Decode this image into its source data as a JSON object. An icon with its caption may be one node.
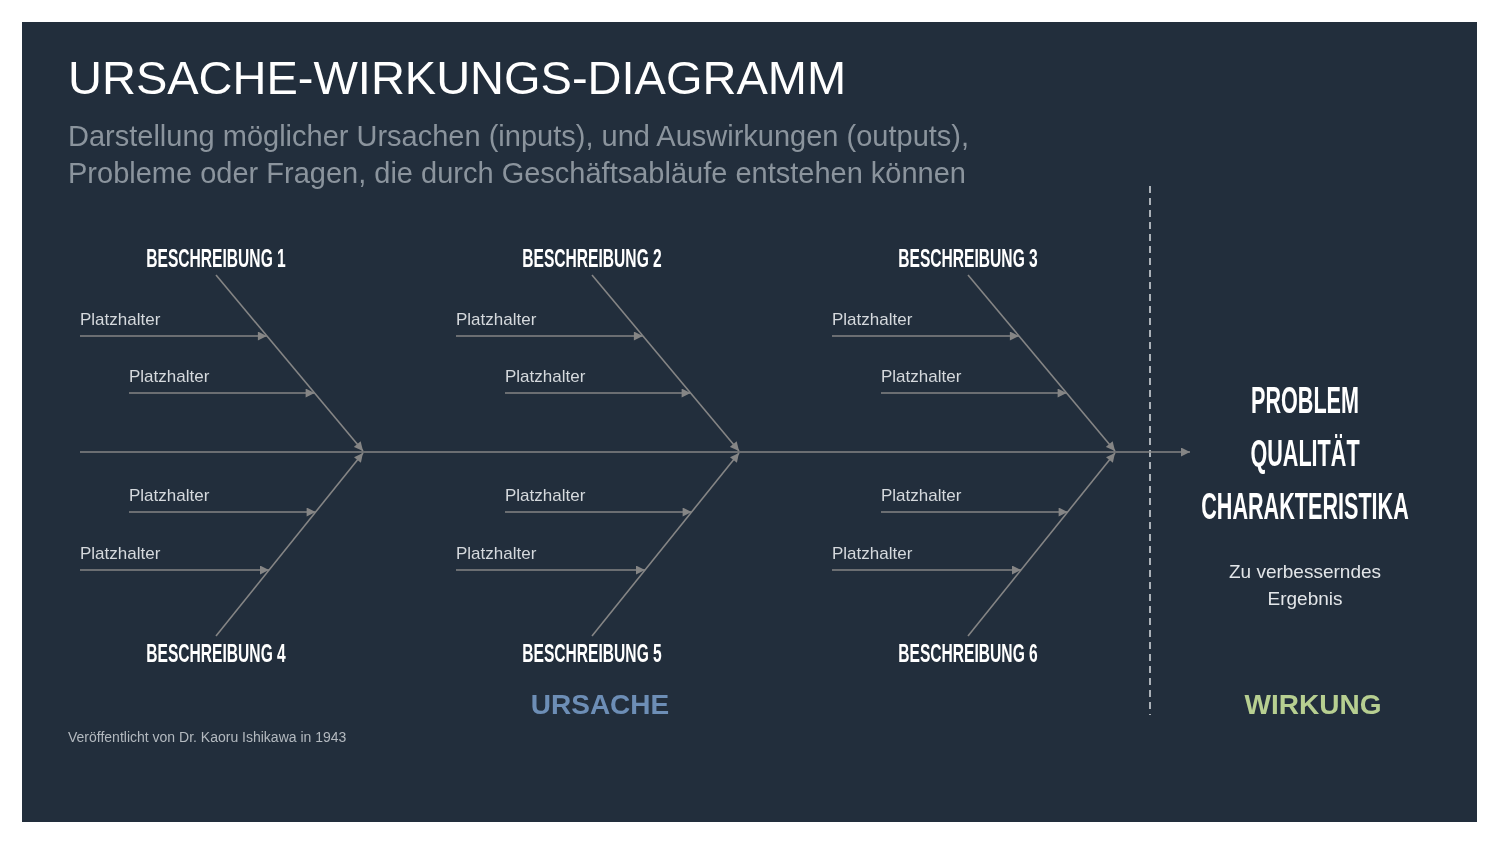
{
  "diagram": {
    "title": "URSACHE-WIRKUNGS-DIAGRAMM",
    "nodes": [
      {
        "text": [
          "BESCHREIBUNG 1"
        ]
      },
      {
        "text": [
          "Platzhalter"
        ]
      },
      {
        "text": [
          "Platzhalter"
        ]
      },
      {
        "text": [
          "Platzhalter"
        ]
      },
      {
        "text": [
          "Platzhalter"
        ]
      },
      {
        "text": [
          "BESCHREIBUNG 4"
        ]
      },
      {
        "text": [
          "BESCHREIBUNG 2"
        ]
      },
      {
        "text": [
          "Platzhalter"
        ]
      },
      {
        "text": [
          "Platzhalter"
        ]
      },
      {
        "text": [
          "Platzhalter"
        ]
      },
      {
        "text": [
          "Platzhalter"
        ]
      },
      {
        "text": [
          "BESCHREIBUNG 5"
        ]
      },
      {
        "text": [
          "BESCHREIBUNG 3"
        ]
      },
      {
        "text": [
          "Platzhalter"
        ]
      },
      {
        "text": [
          "Platzhalter"
        ]
      },
      {
        "text": [
          "Platzhalter"
        ]
      },
      {
        "text": [
          "Platzhalter"
        ]
      },
      {
        "text": [
          "BESCHREIBUNG 6"
        ]
      },
      {
        "text": [
          "PROBLEM QUALITÄT CHARAKTERISTIKA",
          "Zu verbesserndes Ergebnis"
        ]
      }
    ],
    "edges": [
      {
        "from": 0,
        "to": null,
        "arrow": "to"
      },
      {
        "from": 1,
        "to": null,
        "arrow": "to"
      },
      {
        "from": 2,
        "to": null,
        "arrow": "to"
      },
      {
        "from": 3,
        "to": null,
        "arrow": "to"
      },
      {
        "from": 4,
        "to": null,
        "arrow": "to"
      },
      {
        "from": 5,
        "to": null,
        "arrow": "to"
      },
      {
        "from": 6,
        "to": null,
        "arrow": "to"
      },
      {
        "from": 7,
        "to": null,
        "arrow": "to"
      },
      {
        "from": 8,
        "to": null,
        "arrow": "to"
      },
      {
        "from": 9,
        "to": null,
        "arrow": "to"
      },
      {
        "from": 10,
        "to": null,
        "arrow": "to"
      },
      {
        "from": 11,
        "to": null,
        "arrow": "to"
      },
      {
        "from": 12,
        "to": null,
        "arrow": "to"
      },
      {
        "from": 13,
        "to": null,
        "arrow": "to"
      },
      {
        "from": 14,
        "to": null,
        "arrow": "to"
      },
      {
        "from": 15,
        "to": null,
        "arrow": "to"
      },
      {
        "from": 16,
        "to": null,
        "arrow": "to"
      },
      {
        "from": 17,
        "to": null,
        "arrow": "to"
      },
      {
        "from": null,
        "to": 18,
        "arrow": "to"
      }
    ],
    "labels": [
      "Darstellung möglicher Ursachen (inputs), und Auswirkungen (outputs), Probleme oder Fragen, die durch Geschäftsabläufe entstehen können",
      "URSACHE",
      "WIRKUNG",
      "Veröffentlicht von Dr. Kaoru Ishikawa in 1943"
    ]
  }
}
